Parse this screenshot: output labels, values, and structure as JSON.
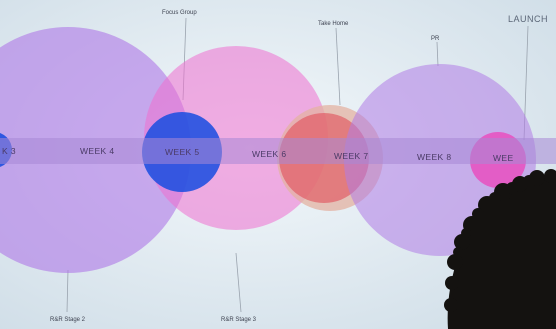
{
  "timeline": {
    "weeks": [
      "K 3",
      "WEEK 4",
      "WEEK 5",
      "WEEK 6",
      "WEEK 7",
      "WEEK 8",
      "WEE"
    ],
    "top_labels": [
      "Focus Group",
      "Take Home",
      "PR",
      "LAUNCH"
    ],
    "bottom_labels": [
      "R&R Stage 2",
      "R&R Stage 3"
    ]
  },
  "colors": {
    "screen": "#dfeaf1",
    "timeline_band": "#a889d6",
    "bubble_violet": "#b07be6",
    "bubble_pink": "#ef6fcf",
    "bubble_blue": "#1e4fe0",
    "bubble_red": "#e0505a",
    "bubble_peach": "#e3b2a2",
    "person_hair": "#141210"
  }
}
